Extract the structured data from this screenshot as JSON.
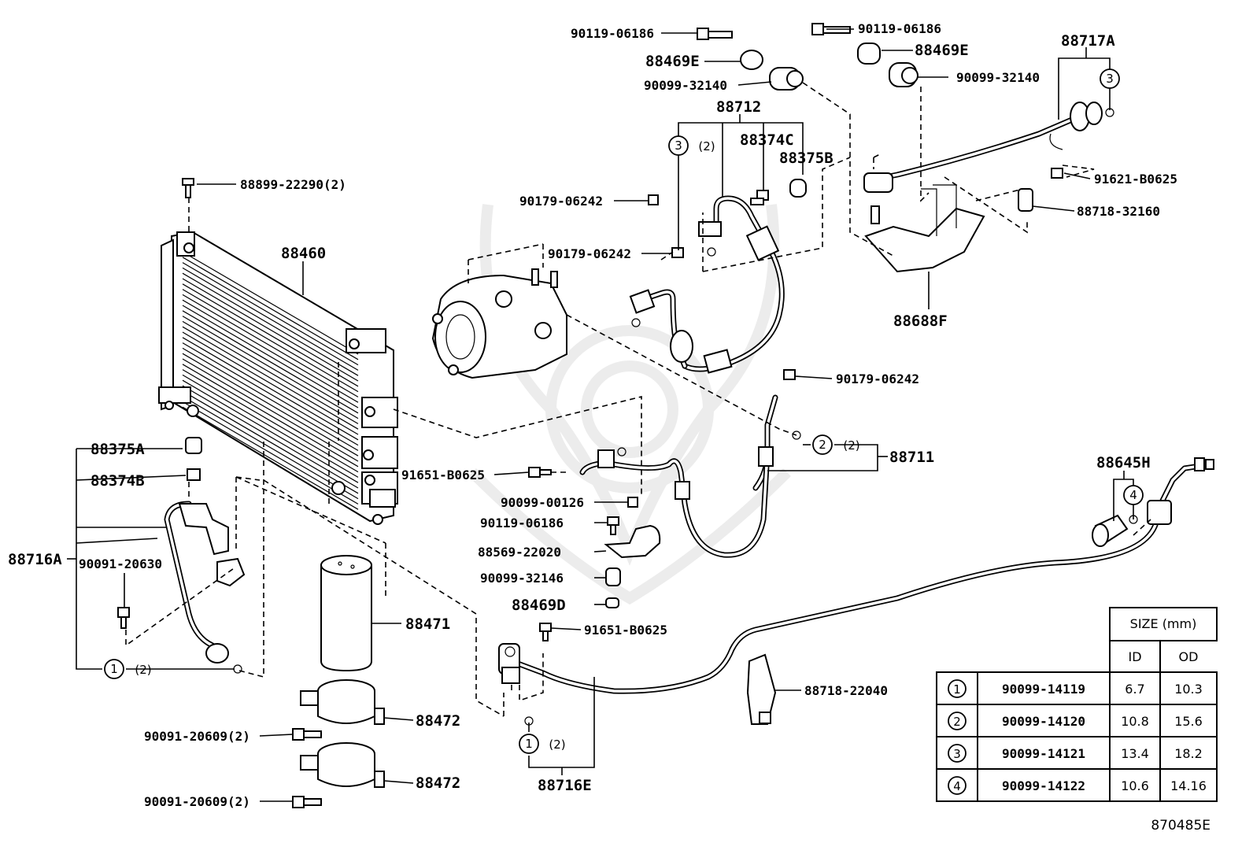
{
  "labels": {
    "p_90119_06186_a": "90119-06186",
    "p_88469e_a": "88469E",
    "p_90099_32140_a": "90099-32140",
    "p_90119_06186_b": "90119-06186",
    "p_88469e_b": "88469E",
    "p_90099_32140_b": "90099-32140",
    "p_88717a": "88717A",
    "p_88712": "88712",
    "p_88374c": "88374C",
    "p_88375b": "88375B",
    "p_88899": "88899-22290(2)",
    "p_90179_a": "90179-06242",
    "p_90179_b": "90179-06242",
    "p_90179_c": "90179-06242",
    "p_91621": "91621-B0625",
    "p_88718_32160": "88718-32160",
    "p_88460": "88460",
    "p_88688f": "88688F",
    "p_88375a": "88375A",
    "p_88374b": "88374B",
    "p_88716a": "88716A",
    "p_90091_20630": "90091-20630",
    "p_88711": "88711",
    "p_91651_a": "91651-B0625",
    "p_90099_00126": "90099-00126",
    "p_90119_06186_c": "90119-06186",
    "p_88569": "88569-22020",
    "p_90099_32146": "90099-32146",
    "p_88469d": "88469D",
    "p_88471": "88471",
    "p_91651_b": "91651-B0625",
    "p_88645h": "88645H",
    "p_88718_22040": "88718-22040",
    "p_88472_a": "88472",
    "p_88472_b": "88472",
    "p_90091_20609_a": "90091-20609(2)",
    "p_90091_20609_b": "90091-20609(2)",
    "p_88716e": "88716E"
  },
  "callouts": {
    "c3_88712": {
      "num": "3",
      "qty": "(2)"
    },
    "c3_88717a": {
      "num": "3"
    },
    "c2_88711": {
      "num": "2",
      "qty": "(2)"
    },
    "c4_88645h": {
      "num": "4"
    },
    "c1_88716a": {
      "num": "1",
      "qty": "(2)"
    },
    "c1_88716e": {
      "num": "1",
      "qty": "(2)"
    }
  },
  "size_table": {
    "header": "SIZE (mm)",
    "col_id": "ID",
    "col_od": "OD",
    "rows": [
      {
        "ref": "1",
        "part": "90099-14119",
        "id": "6.7",
        "od": "10.3"
      },
      {
        "ref": "2",
        "part": "90099-14120",
        "id": "10.8",
        "od": "15.6"
      },
      {
        "ref": "3",
        "part": "90099-14121",
        "id": "13.4",
        "od": "18.2"
      },
      {
        "ref": "4",
        "part": "90099-14122",
        "id": "10.6",
        "od": "14.16"
      }
    ]
  },
  "figure_code": "870485E"
}
